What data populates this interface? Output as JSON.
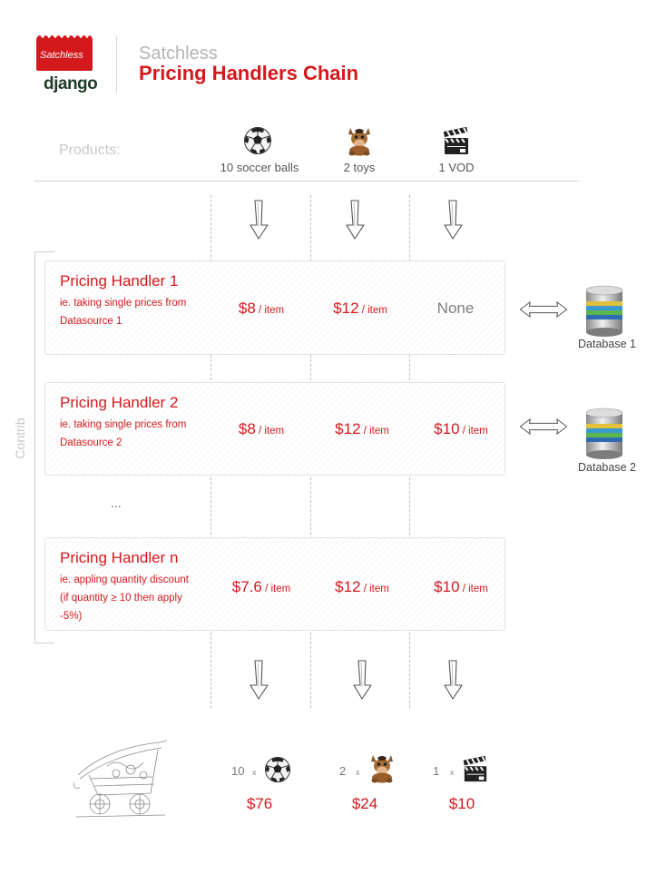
{
  "header": {
    "logo_text_top": "Satchless",
    "logo_text_bottom": "django",
    "subtitle": "Satchless",
    "title": "Pricing Handlers Chain"
  },
  "products": {
    "label": "Products:",
    "items": [
      {
        "name": "10 soccer balls",
        "icon": "soccer-ball-icon"
      },
      {
        "name": "2 toys",
        "icon": "toy-horse-icon"
      },
      {
        "name": "1 VOD",
        "icon": "clapperboard-icon"
      }
    ]
  },
  "handlers": [
    {
      "title": "Pricing Handler 1",
      "desc1": "ie. taking single prices from",
      "desc2": "Datasource 1",
      "desc3": "",
      "prices": [
        {
          "value": "$8",
          "unit": " / item"
        },
        {
          "value": "$12",
          "unit": " / item"
        },
        {
          "value": "None",
          "unit": ""
        }
      ],
      "database": "Database 1"
    },
    {
      "title": "Pricing Handler 2",
      "desc1": "ie. taking single prices from",
      "desc2": "Datasource 2",
      "desc3": "",
      "prices": [
        {
          "value": "$8",
          "unit": " / item"
        },
        {
          "value": "$12",
          "unit": " / item"
        },
        {
          "value": "$10",
          "unit": " / item"
        }
      ],
      "database": "Database 2"
    },
    {
      "title": "Pricing Handler n",
      "desc1": "ie. appling quantity discount",
      "desc2": "(if quantity ≥ 10 then apply",
      "desc3": "-5%)",
      "prices": [
        {
          "value": "$7.6",
          "unit": " / item"
        },
        {
          "value": "$12",
          "unit": " / item"
        },
        {
          "value": "$10",
          "unit": " / item"
        }
      ]
    }
  ],
  "ellipsis": "...",
  "contrib_label": "Contrib",
  "results": [
    {
      "qty": "10",
      "x": "x",
      "total": "$76",
      "icon": "soccer-ball-icon"
    },
    {
      "qty": "2",
      "x": "x",
      "total": "$24",
      "icon": "toy-horse-icon"
    },
    {
      "qty": "1",
      "x": "x",
      "total": "$10",
      "icon": "clapperboard-icon"
    }
  ],
  "colors": {
    "accent": "#d4191d",
    "muted": "#9a9a9a"
  }
}
